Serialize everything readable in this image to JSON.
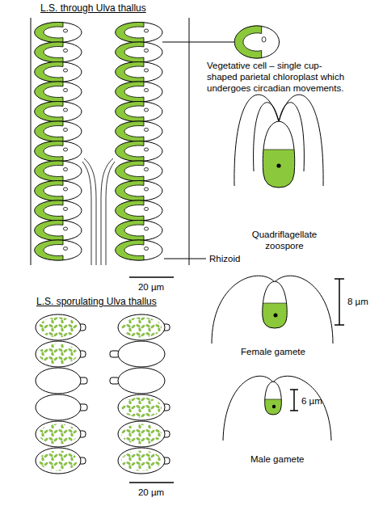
{
  "diagram": {
    "labels": [
      "L.S. through Ulva thallus",
      "Vegetative cell – single cup-shaped parietal chloroplast which undergoes circadian movements.",
      "Quadriflagellate zoospore",
      "Rhizoid",
      "20 µm",
      "L.S. sporulating Ulva thallus",
      "8 µm",
      "Female gamete",
      "20 µm",
      "6 µm",
      "Male gamete"
    ]
  }
}
